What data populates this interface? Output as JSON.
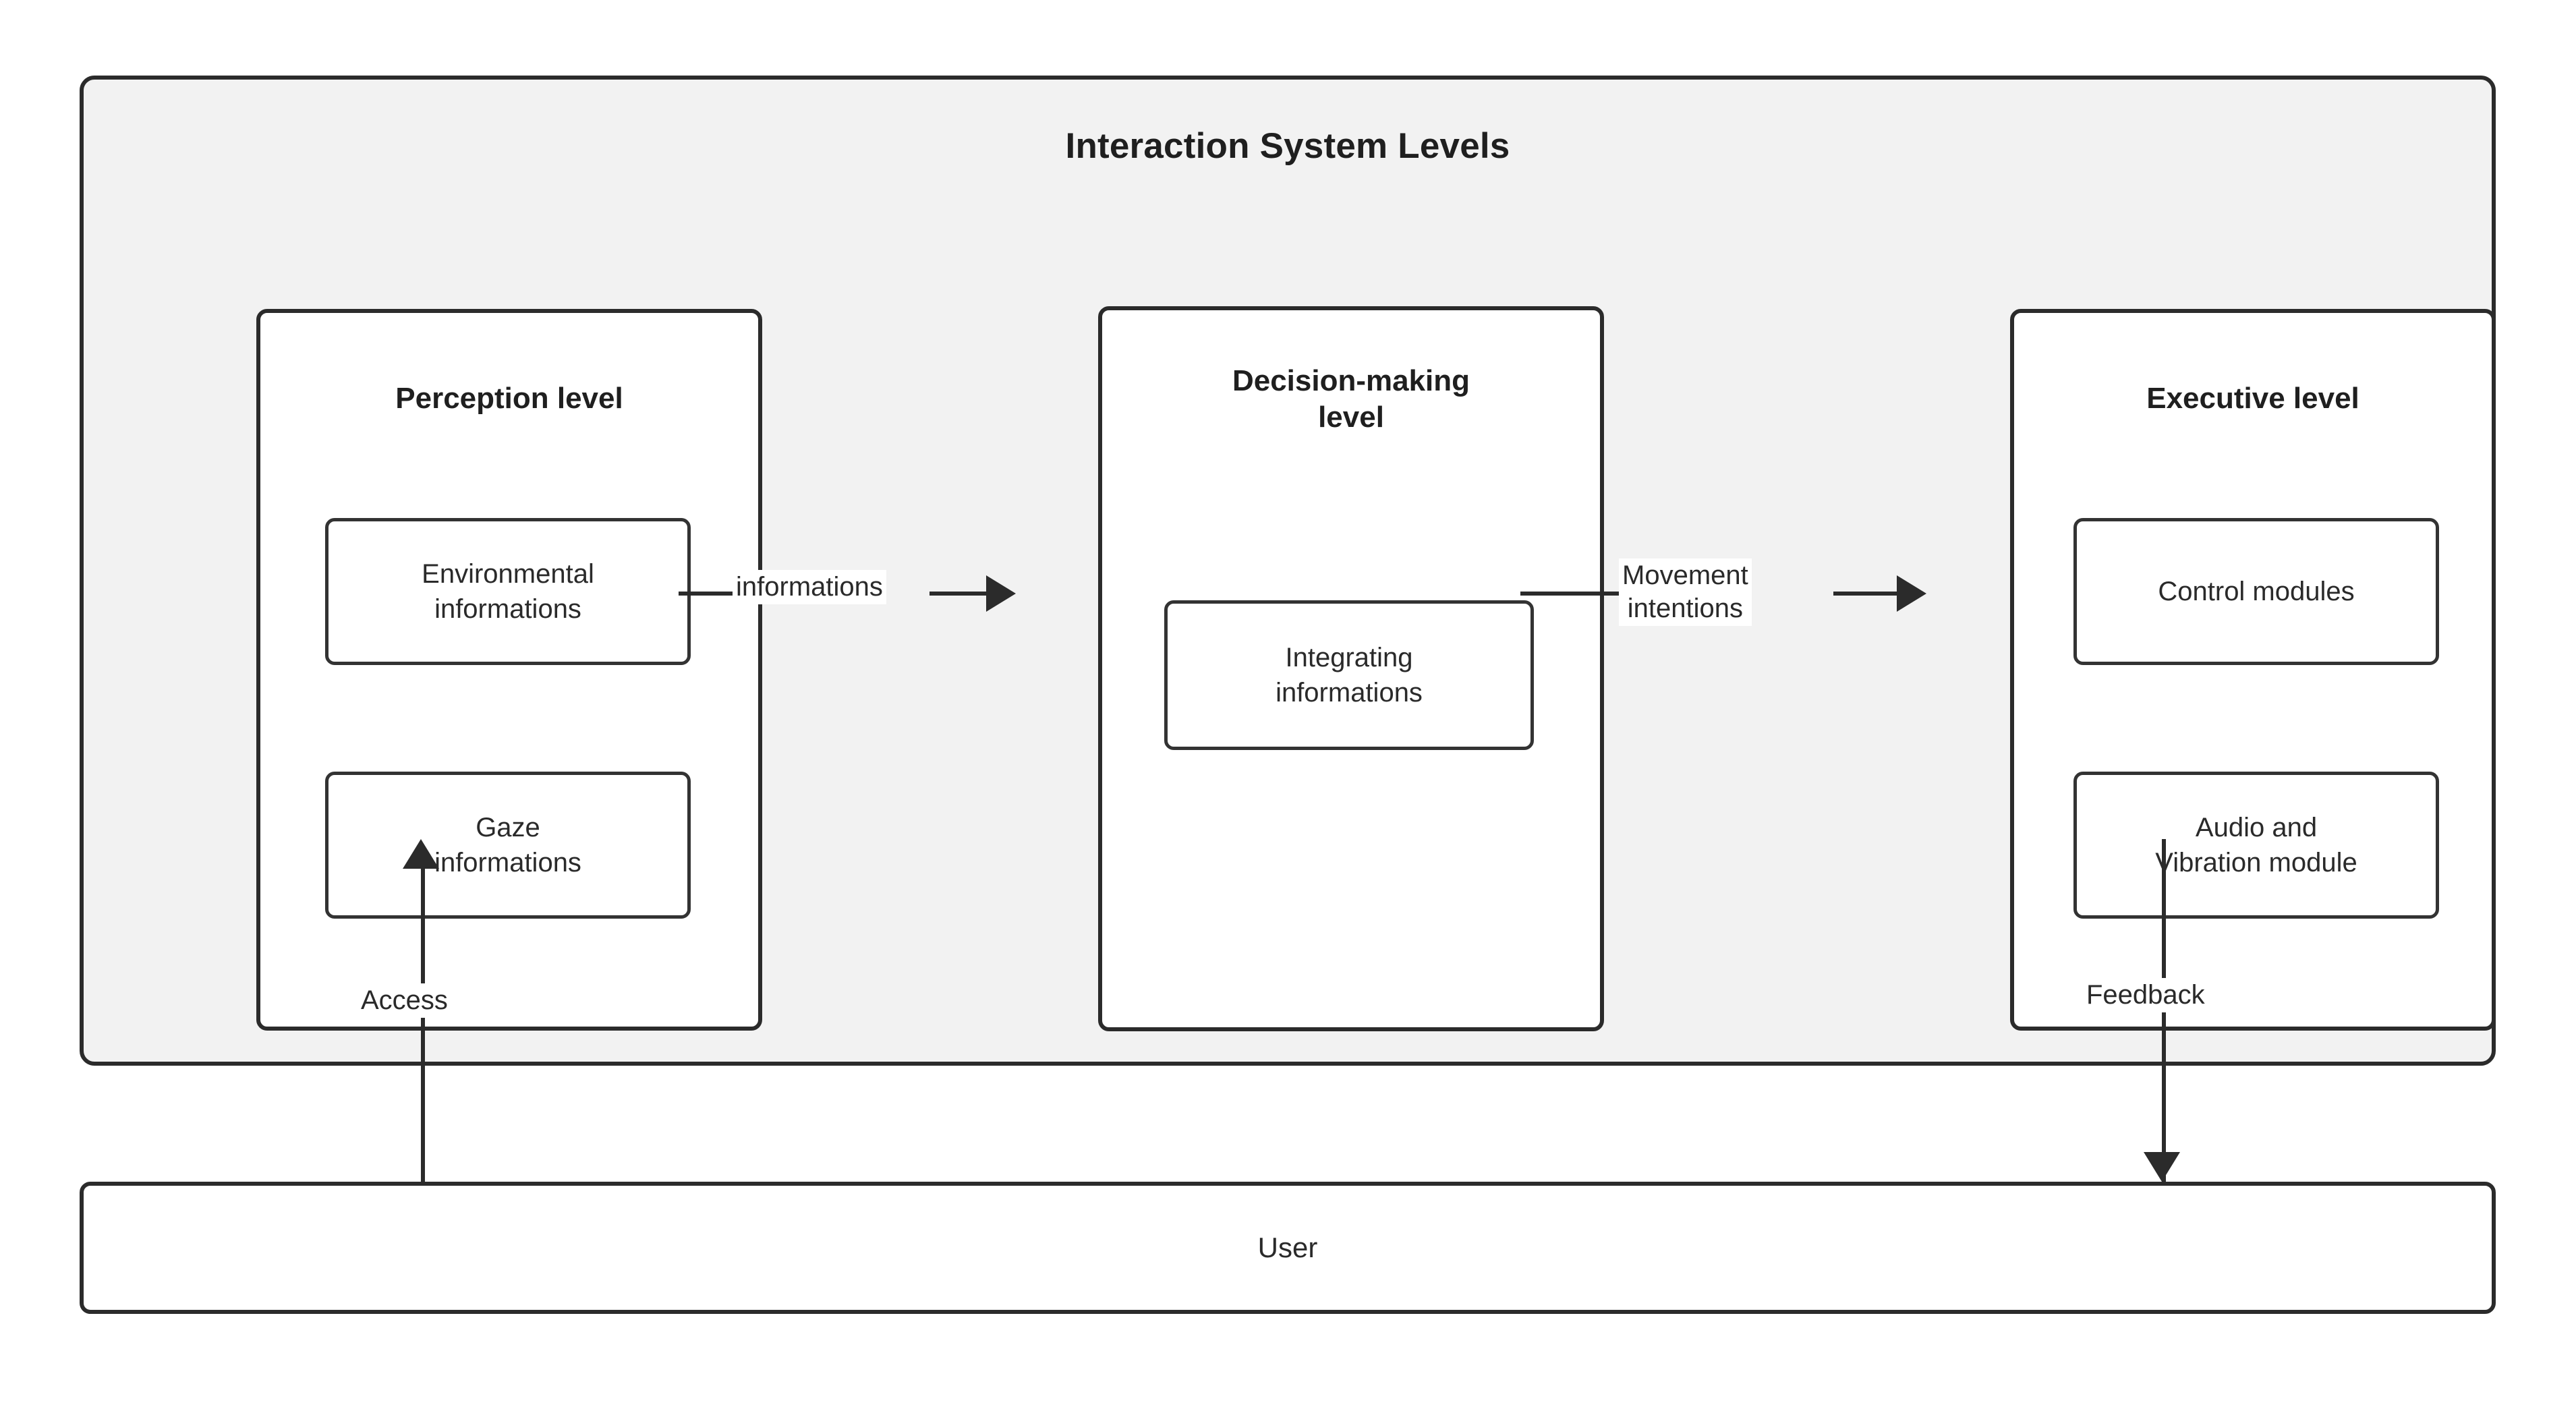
{
  "diagram": {
    "title": "Interaction System Levels",
    "levels": [
      {
        "id": "perception",
        "title": "Perception level",
        "modules": [
          {
            "id": "environmental-informations",
            "label": "Environmental\ninformations"
          },
          {
            "id": "gaze-informations",
            "label": "Gaze\ninformations"
          }
        ]
      },
      {
        "id": "decision-making",
        "title": "Decision-making\nlevel",
        "modules": [
          {
            "id": "integrating-informations",
            "label": "Integrating\ninformations"
          }
        ]
      },
      {
        "id": "executive",
        "title": "Executive level",
        "modules": [
          {
            "id": "control-modules",
            "label": "Control modules"
          },
          {
            "id": "audio-vibration-module",
            "label": "Audio and\nVibration module"
          }
        ]
      }
    ],
    "actor": {
      "id": "user",
      "label": "User"
    },
    "edges": [
      {
        "id": "perception-to-decision",
        "label": "informations",
        "from": "perception",
        "to": "decision-making",
        "direction": "right"
      },
      {
        "id": "decision-to-executive",
        "label": "Movement\nintentions",
        "from": "decision-making",
        "to": "executive",
        "direction": "right"
      },
      {
        "id": "user-to-gaze",
        "label": "Access",
        "from": "user",
        "to": "gaze-informations",
        "direction": "up"
      },
      {
        "id": "audio-to-user",
        "label": "Feedback",
        "from": "audio-vibration-module",
        "to": "user",
        "direction": "down"
      }
    ],
    "colors": {
      "page_background": "#ffffff",
      "container_fill": "#f2f2f2",
      "box_fill": "#ffffff",
      "stroke": "#2b2b2b",
      "text": "#2a2a2a",
      "title_text": "#1f1f1f"
    }
  }
}
